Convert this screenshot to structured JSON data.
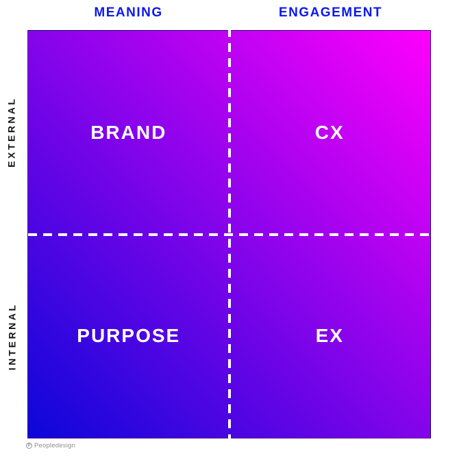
{
  "diagram": {
    "title": "Brand / CX / Purpose / EX 2x2 matrix",
    "top_axis": {
      "left_label": "MEANING",
      "right_label": "ENGAGEMENT"
    },
    "side_axis": {
      "top_label": "EXTERNAL",
      "bottom_label": "INTERNAL"
    },
    "quadrants": {
      "top_left": "BRAND",
      "top_right": "CX",
      "bottom_left": "PURPOSE",
      "bottom_right": "EX"
    },
    "colors": {
      "axis_label_blue": "#0c18f0",
      "side_label_black": "#141414",
      "quadrant_text_white": "#ffffff",
      "gradient_bottom_left_blue": "#0b07d9",
      "gradient_top_right_magenta": "#ff00fc",
      "divider_dash_white": "#ffffff",
      "watermark_gray": "#8d8d8d"
    }
  },
  "watermark": {
    "logo_letter": "P",
    "text": "Peopledesign"
  }
}
